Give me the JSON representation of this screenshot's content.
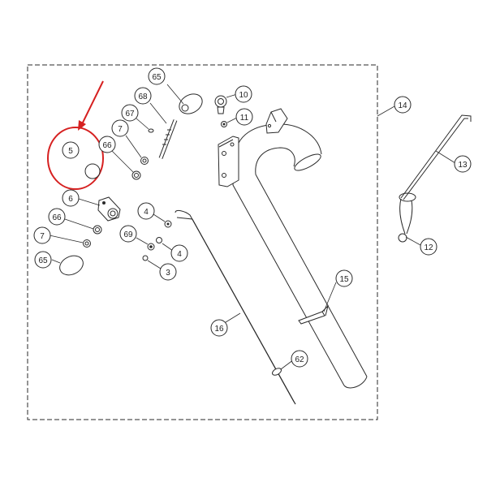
{
  "diagram": {
    "highlight_color": "#d62020",
    "line_color": "#2a2a2a",
    "callouts": {
      "c5": "5",
      "c65a": "65",
      "c68": "68",
      "c67": "67",
      "c7a": "7",
      "c66a": "66",
      "c6": "6",
      "c66b": "66",
      "c7b": "7",
      "c65b": "65",
      "c4a": "4",
      "c69": "69",
      "c4b": "4",
      "c3": "3",
      "c10": "10",
      "c11": "11",
      "c14": "14",
      "c13": "13",
      "c12": "12",
      "c15": "15",
      "c16": "16",
      "c62": "62"
    }
  }
}
